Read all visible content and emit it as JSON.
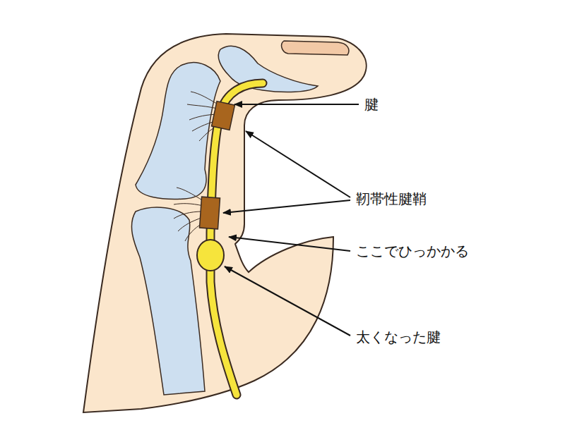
{
  "diagram": {
    "labels": [
      "腱",
      "靭帯性腱鞘",
      "ここでひっかかる",
      "太くなった腱"
    ]
  }
}
